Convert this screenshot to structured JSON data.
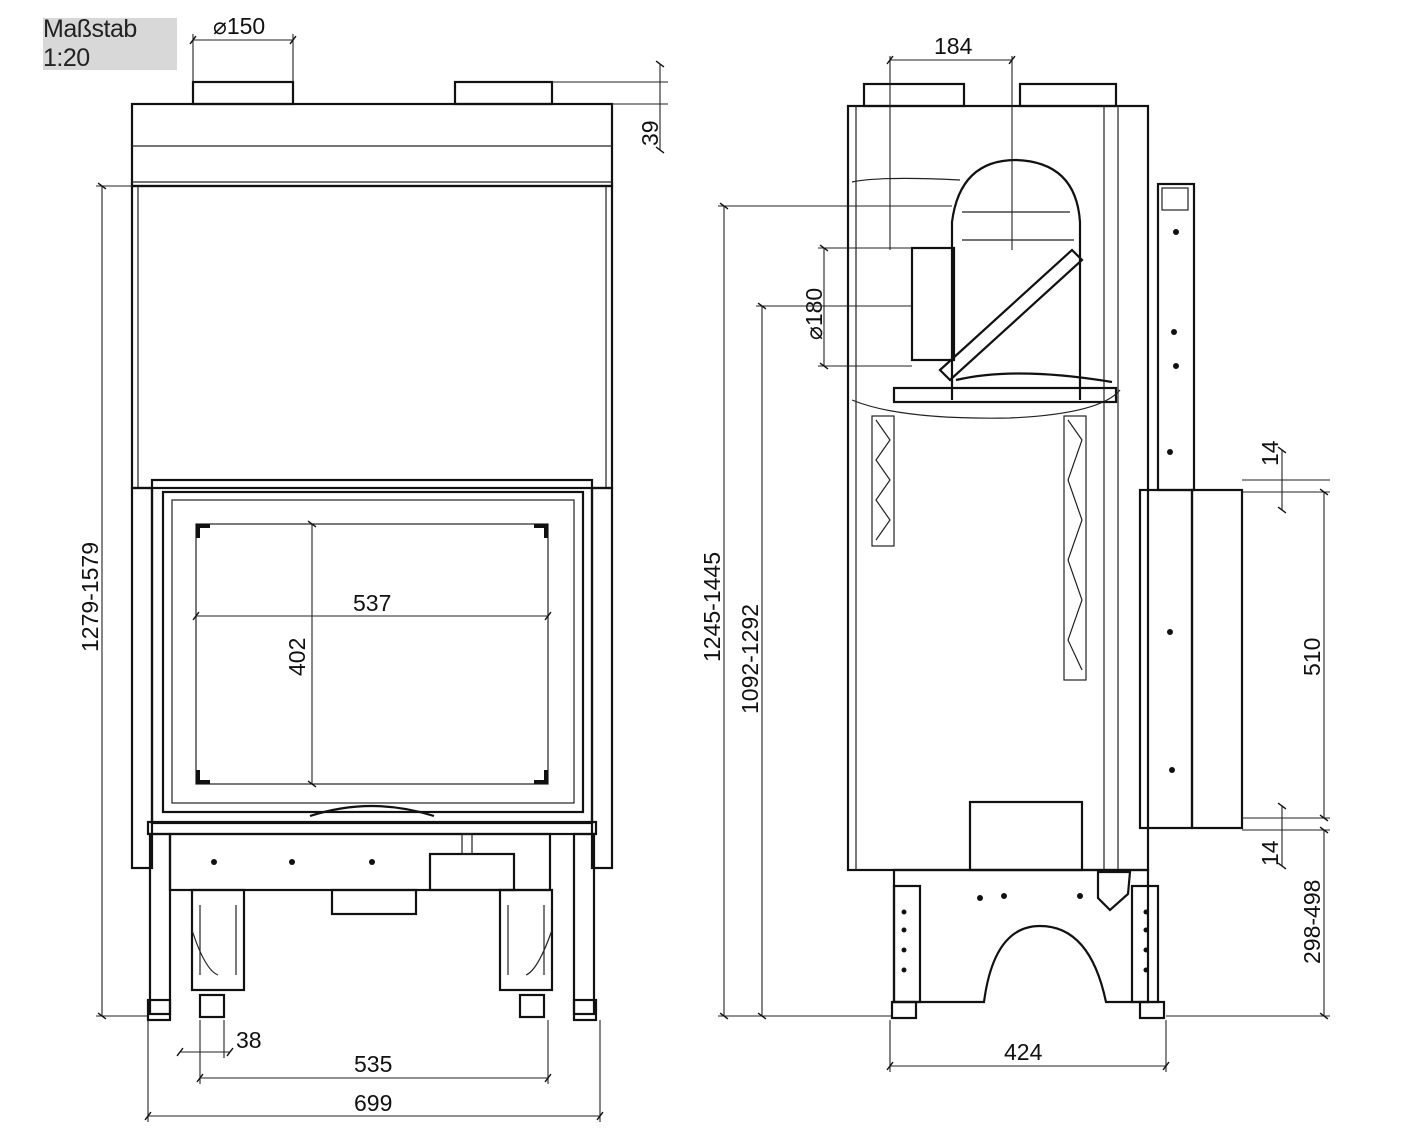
{
  "scale_label": "Maßstab 1:20",
  "front_view": {
    "flue_diameter": "⌀150",
    "top_offset": "39",
    "total_height": "1279-1579",
    "glass_width": "537",
    "glass_height": "402",
    "foot_spacing": "38",
    "inner_width": "535",
    "total_width": "699"
  },
  "side_view": {
    "flue_offset": "184",
    "air_diameter": "⌀180",
    "height_a": "1245-1445",
    "height_b": "1092-1292",
    "depth": "424",
    "top_gap": "14",
    "opening_height": "510",
    "bottom_gap": "14",
    "base_height": "298-498"
  }
}
